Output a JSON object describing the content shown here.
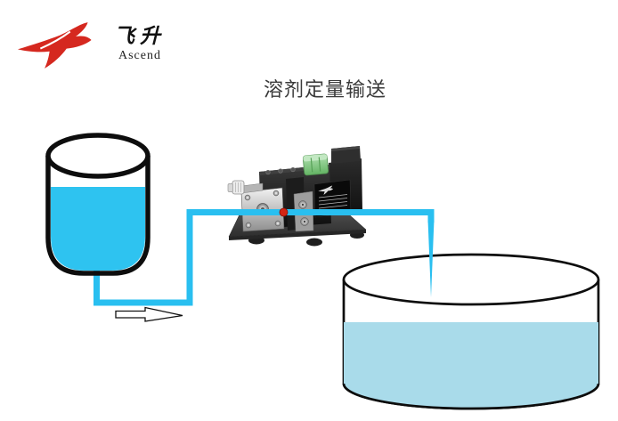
{
  "brand": {
    "logo_cn": "飞升",
    "logo_en": "Ascend",
    "logo_color": "#d5281f"
  },
  "page": {
    "title": "溶剂定量输送",
    "background": "#ffffff",
    "title_color": "#3a3a3a"
  },
  "colors": {
    "tube": "#29bff0",
    "source_liquid": "#2ec3f0",
    "dest_liquid": "#a9dbea",
    "tank_outline": "#0d0d0d",
    "connector_green": "#7ec87e",
    "fitting_red": "#d42513"
  },
  "diagram": {
    "flow_direction": "left-to-right",
    "components": {
      "source_tank": "solvent-source-tank",
      "pump": "metering-pump",
      "tube": "transfer-tubing",
      "arrow": "flow-direction-arrow",
      "dest_tank": "receiving-tank"
    }
  }
}
